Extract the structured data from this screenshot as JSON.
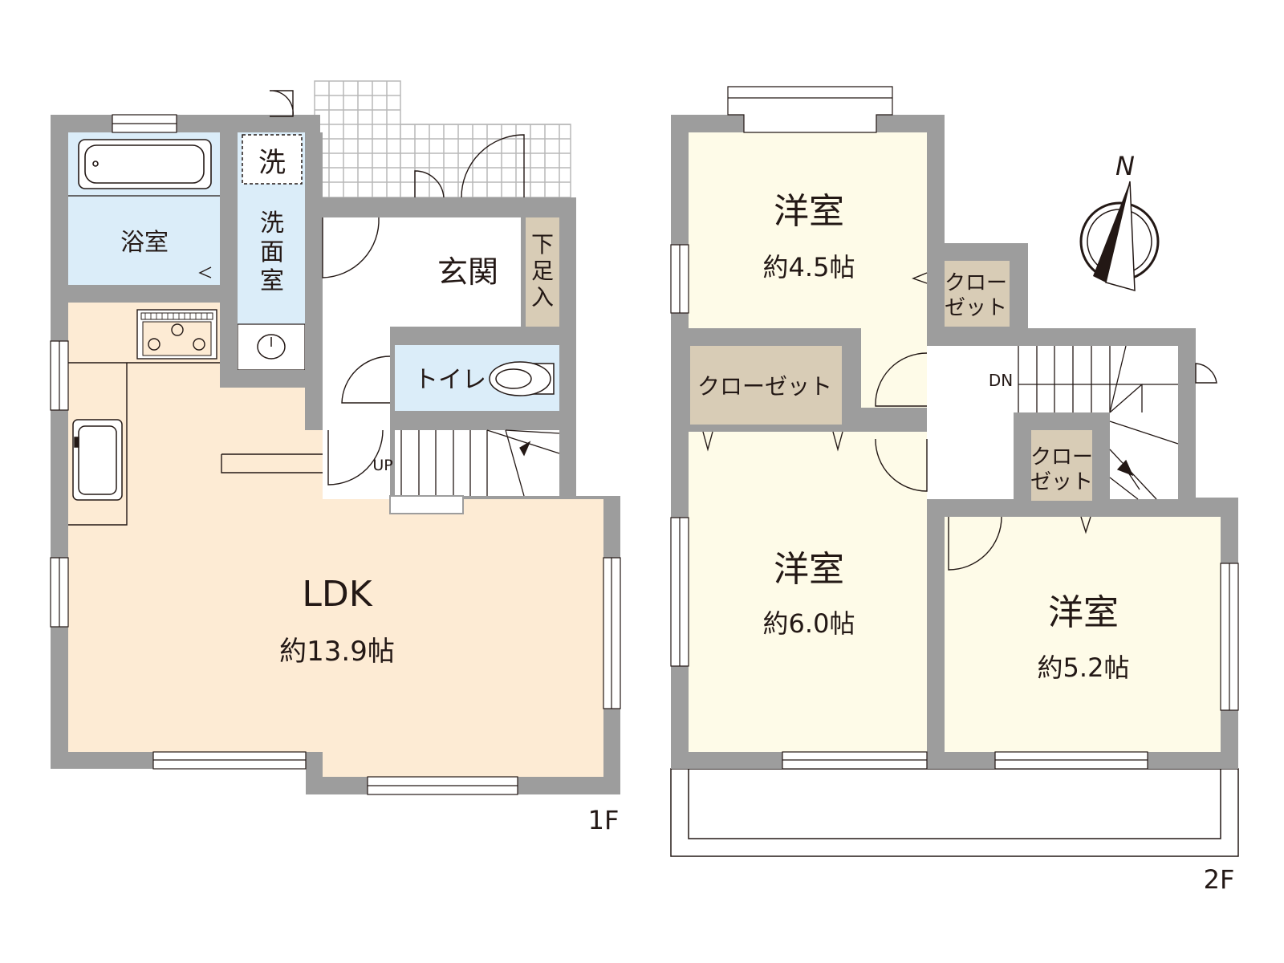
{
  "colors": {
    "wall": "#9d9d9d",
    "ldk": "#fdebd4",
    "wet": "#dbedf9",
    "bedroom": "#fefbe8",
    "storage": "#d8ccb6",
    "line": "#231815",
    "tile": "#c8c8c8"
  },
  "floor1": {
    "floor_label": "1F",
    "rooms": {
      "bath": "浴室",
      "washer": "洗",
      "washroom": "洗\n面\n室",
      "entrance": "玄関",
      "shoe_storage": "下\n足\n入",
      "toilet": "トイレ",
      "stairs": "UP",
      "ldk": "LDK",
      "ldk_size": "約13.9帖"
    }
  },
  "floor2": {
    "floor_label": "2F",
    "rooms": {
      "bedroom_a": "洋室",
      "bedroom_a_size": "約4.5帖",
      "closet_a": "クロー\nゼット",
      "closet_b": "クローゼット",
      "stairs": "DN",
      "bedroom_b": "洋室",
      "bedroom_b_size": "約6.0帖",
      "closet_c": "クロー\nゼット",
      "bedroom_c": "洋室",
      "bedroom_c_size": "約5.2帖"
    }
  },
  "compass": {
    "label": "N",
    "icon": "north-compass-icon"
  }
}
